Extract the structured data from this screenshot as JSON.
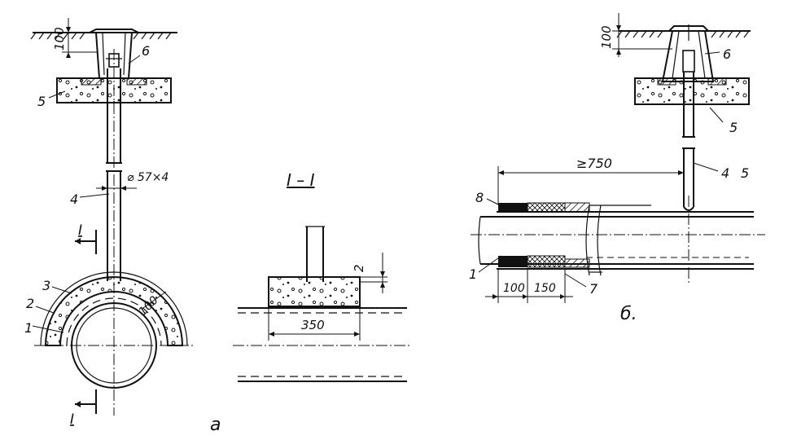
{
  "callouts": {
    "a": {
      "c1": "1",
      "c2": "2",
      "c3": "3",
      "c4": "4",
      "c5": "5",
      "c6": "6"
    },
    "b": {
      "c1": "1",
      "c4": "4",
      "c5": "5",
      "c6": "6",
      "c7": "7",
      "c8": "8",
      "c5b": "5"
    }
  },
  "dimensions": {
    "depth_a": "100",
    "depth_b": "100",
    "pipe_size": "⌀ 57×4",
    "insulation": "100",
    "width": "350",
    "gap": "2",
    "min_length": "≥750",
    "seg1": "100",
    "seg2": "150"
  },
  "section": {
    "mark": "I",
    "title": "I – I",
    "mark_bottom": "I"
  },
  "captions": {
    "a": "a",
    "b": "б."
  }
}
